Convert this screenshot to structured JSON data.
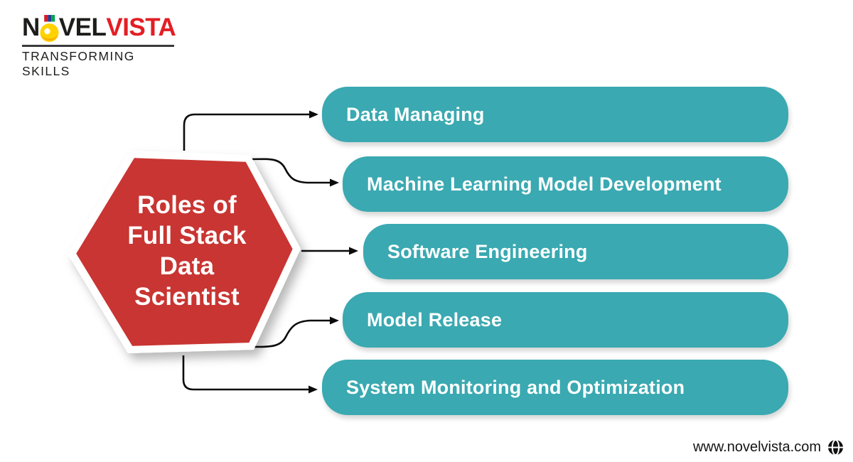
{
  "brand": {
    "logo_part1": "N",
    "logo_part2": "VEL",
    "logo_part3": "VISTA",
    "tagline": "TRANSFORMING SKILLS"
  },
  "diagram": {
    "title_lines": [
      "Roles of",
      "Full Stack",
      "Data",
      "Scientist"
    ],
    "roles": [
      {
        "label": "Data Managing"
      },
      {
        "label": "Machine Learning Model Development"
      },
      {
        "label": "Software Engineering"
      },
      {
        "label": "Model Release"
      },
      {
        "label": "System Monitoring and Optimization"
      }
    ]
  },
  "footer": {
    "website": "www.novelvista.com",
    "globe_icon": "globe-icon"
  },
  "icons": {
    "logo_o": "medal-icon"
  },
  "colors": {
    "hexagon_red": "#C83430",
    "box_teal": "#3AA9B1",
    "brand_red": "#E31E24",
    "brand_black": "#1D1D1B",
    "connector_black": "#0B0B0B",
    "canvas_bg": "#FFFFFF"
  }
}
